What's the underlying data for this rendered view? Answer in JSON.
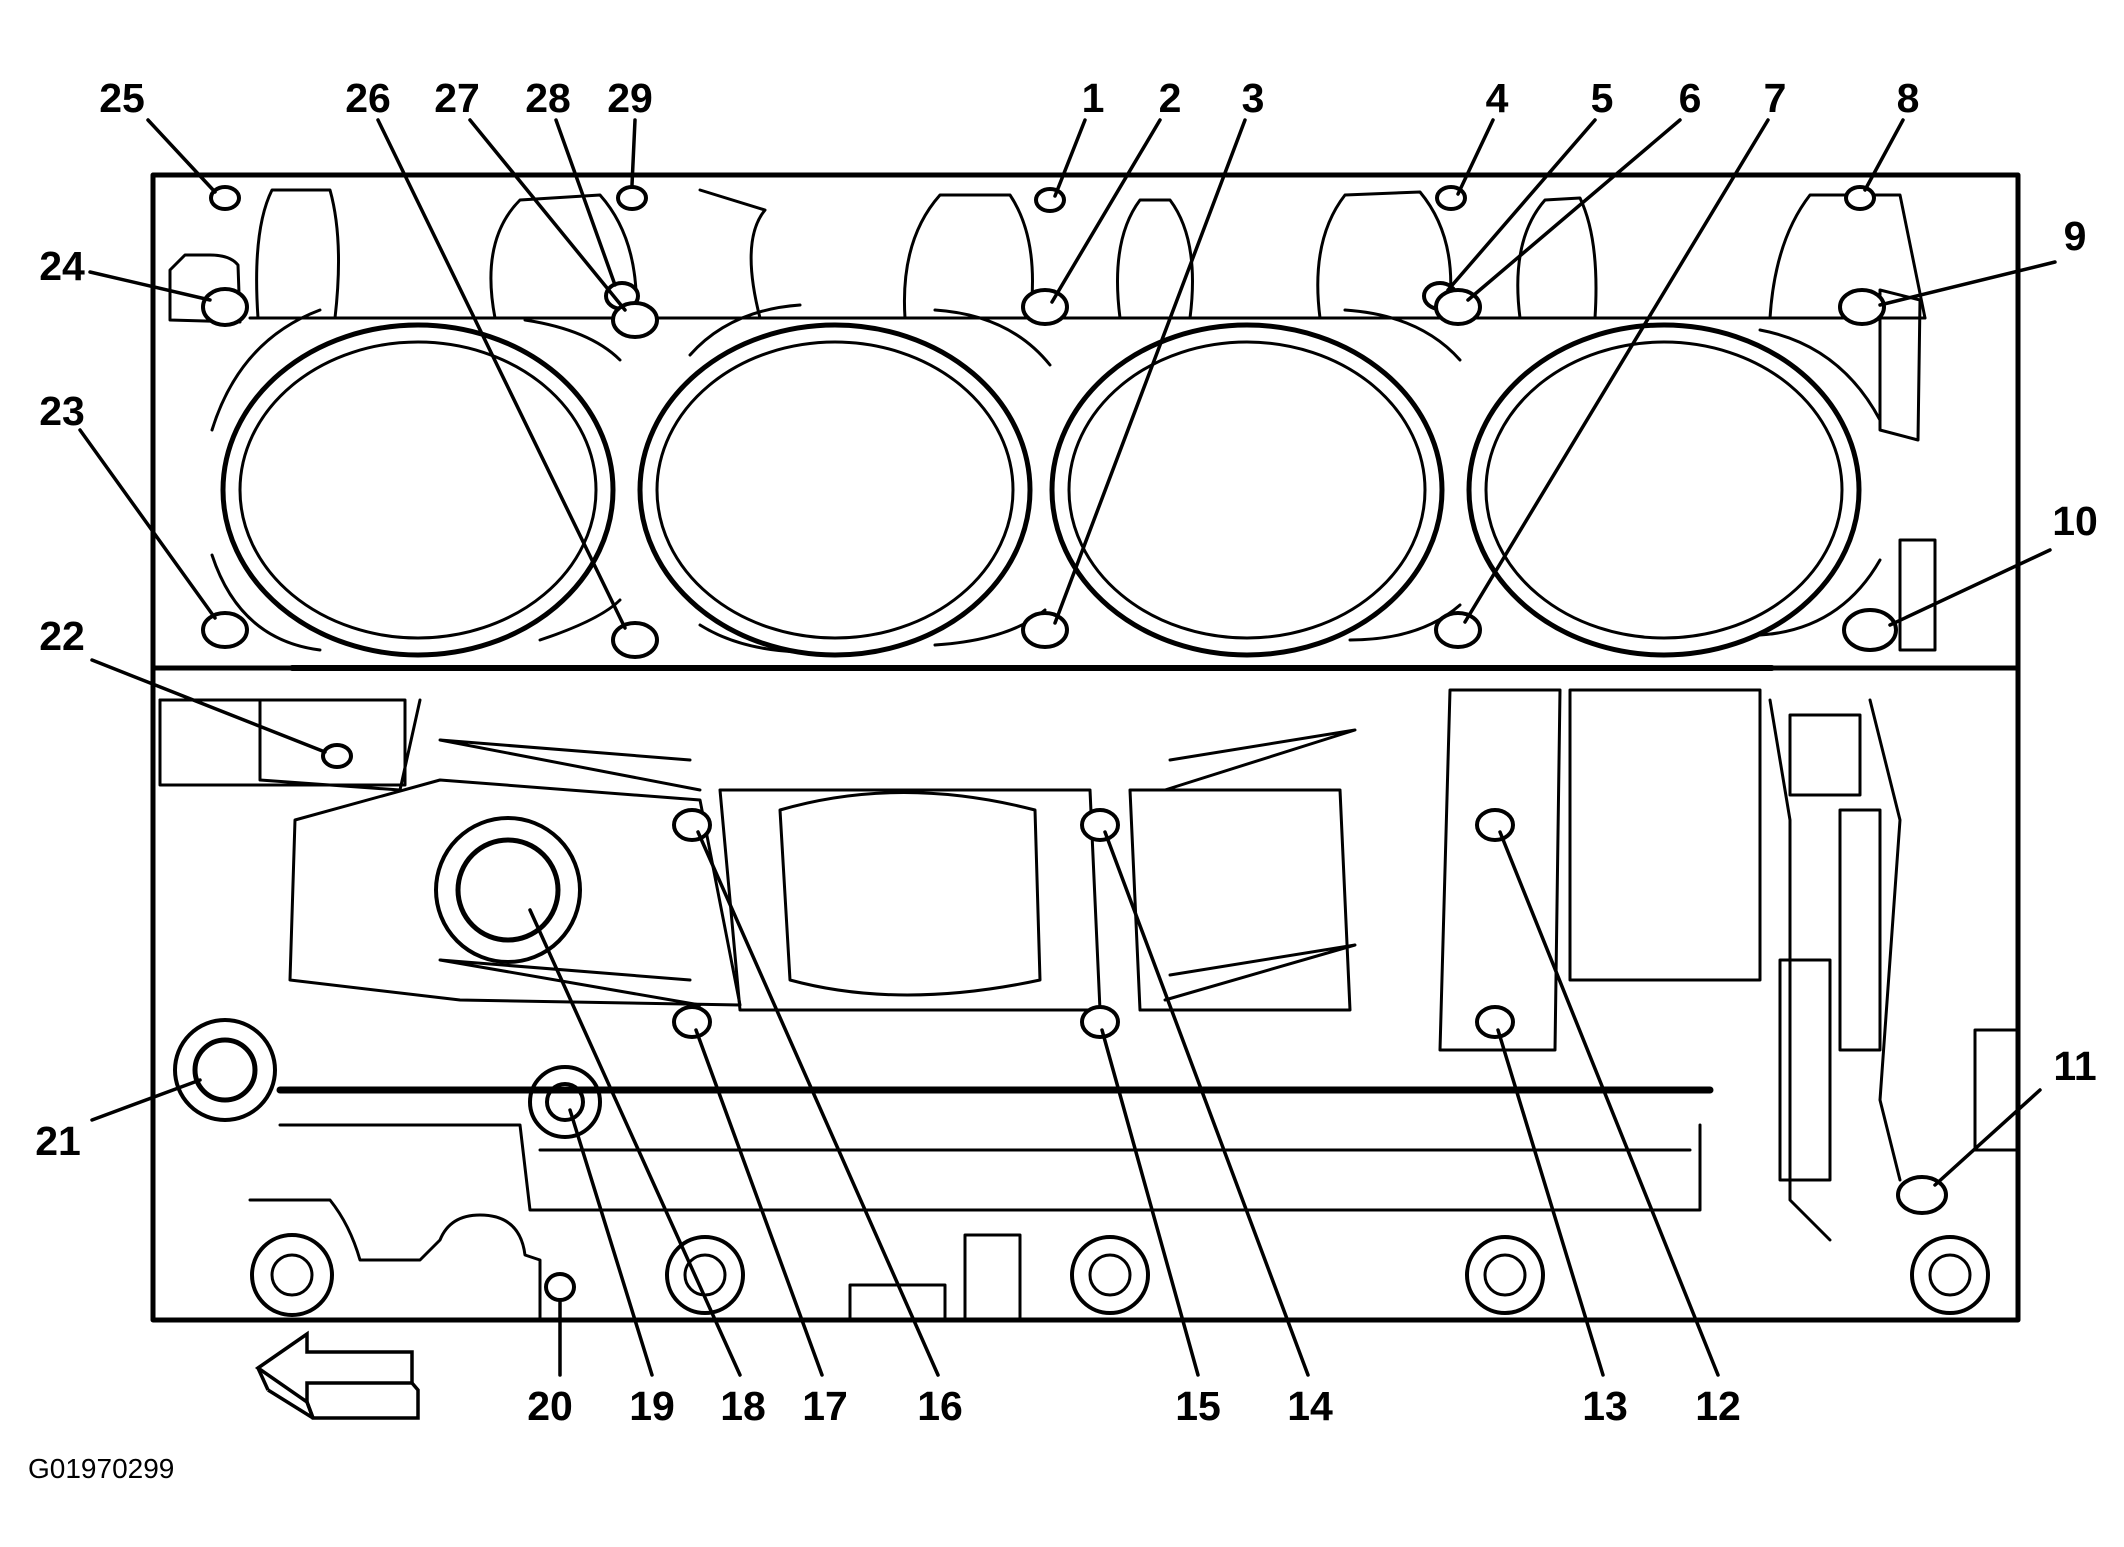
{
  "figure": {
    "id": "G01970299",
    "callouts": [
      "1",
      "2",
      "3",
      "4",
      "5",
      "6",
      "7",
      "8",
      "9",
      "10",
      "11",
      "12",
      "13",
      "14",
      "15",
      "16",
      "17",
      "18",
      "19",
      "20",
      "21",
      "22",
      "23",
      "24",
      "25",
      "26",
      "27",
      "28",
      "29"
    ]
  },
  "colors": {
    "line": "#000000",
    "background": "#ffffff"
  }
}
